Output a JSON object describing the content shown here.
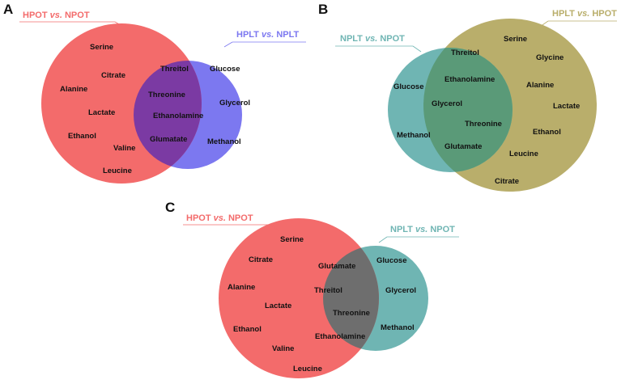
{
  "colors": {
    "hpot_npot": "#f36b6b",
    "hplt_npla": "#7c78f0",
    "npot_overlap_a": "#7b3aa3",
    "nplt_npot": "#6fb5b3",
    "hplt_hpot": "#b9ae6b",
    "overlap_b": "#5a9a78",
    "overlap_c": "#6e6e6e",
    "label_red": "#f36b6b",
    "label_blue": "#7c78f0",
    "label_teal": "#6fb5b3",
    "label_olive": "#b9ae6b"
  },
  "panels": [
    {
      "letter": "A",
      "left_set": {
        "a": "HPOT",
        "vs": "vs.",
        "b": "NPOT"
      },
      "right_set": {
        "a": "HPLT",
        "vs": "vs.",
        "b": "NPLT"
      },
      "left_only": [
        "Serine",
        "Citrate",
        "Alanine",
        "Lactate",
        "Ethanol",
        "Valine",
        "Leucine"
      ],
      "shared": [
        "Threitol",
        "Threonine",
        "Ethanolamine",
        "Glumatate"
      ],
      "right_only": [
        "Glucose",
        "Glycerol",
        "Methanol"
      ]
    },
    {
      "letter": "B",
      "left_set": {
        "a": "NPLT",
        "vs": "vs.",
        "b": "NPOT"
      },
      "right_set": {
        "a": "HPLT",
        "vs": "vs.",
        "b": "HPOT"
      },
      "left_only": [
        "Glucose",
        "Methanol"
      ],
      "shared": [
        "Threitol",
        "Ethanolamine",
        "Glycerol",
        "Threonine",
        "Glutamate"
      ],
      "right_only": [
        "Serine",
        "Glycine",
        "Alanine",
        "Lactate",
        "Ethanol",
        "Leucine",
        "Citrate"
      ]
    },
    {
      "letter": "C",
      "left_set": {
        "a": "HPOT",
        "vs": "vs.",
        "b": "NPOT"
      },
      "right_set": {
        "a": "NPLT",
        "vs": "vs.",
        "b": "NPOT"
      },
      "left_only": [
        "Serine",
        "Citrate",
        "Alanine",
        "Lactate",
        "Ethanol",
        "Valine",
        "Leucine"
      ],
      "shared": [
        "Glutamate",
        "Threitol",
        "Threonine",
        "Ethanolamine"
      ],
      "right_only": [
        "Glucose",
        "Glycerol",
        "Methanol"
      ]
    }
  ]
}
